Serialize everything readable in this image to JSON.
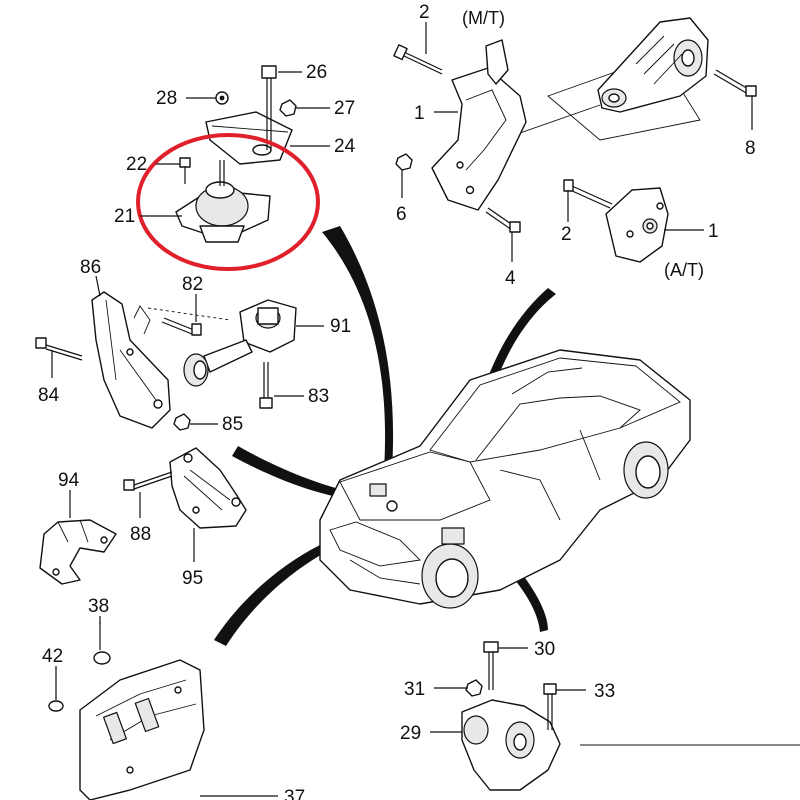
{
  "variants": {
    "manual": "(M/T)",
    "auto": "(A/T)"
  },
  "callouts": {
    "c2a": "2",
    "c1a": "1",
    "c8": "8",
    "c6": "6",
    "c4": "4",
    "c2b": "2",
    "c1b": "1",
    "c26": "26",
    "c28": "28",
    "c27": "27",
    "c24": "24",
    "c22": "22",
    "c21": "21",
    "c86": "86",
    "c82": "82",
    "c91": "91",
    "c84": "84",
    "c83": "83",
    "c85": "85",
    "c94": "94",
    "c88": "88",
    "c95": "95",
    "c38": "38",
    "c42": "42",
    "c37": "37",
    "c30": "30",
    "c31": "31",
    "c33": "33",
    "c29": "29"
  },
  "highlight": {
    "color": "#e0202a"
  },
  "colors": {
    "ink": "#111111",
    "background": "#ffffff"
  }
}
